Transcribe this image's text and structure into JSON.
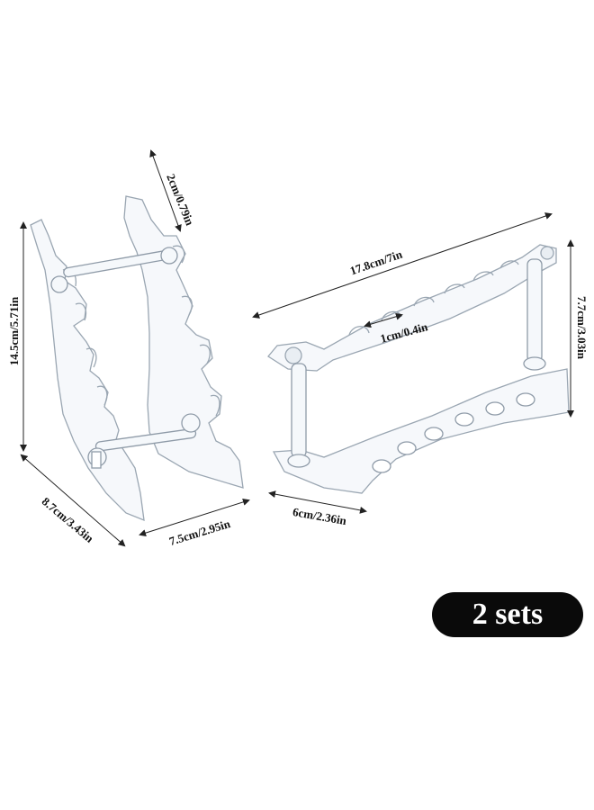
{
  "product_image": {
    "left_stand": {
      "height_label": "14.5cm/5.71in",
      "top_width_label": "2cm/0.79in",
      "depth_label": "8.7cm/3.43in",
      "width_label": "7.5cm/2.95in"
    },
    "right_stand": {
      "length_label": "17.8cm/7in",
      "height_label": "7.7cm/3.03in",
      "slot_label": "1cm/0.4in",
      "depth_label": "6cm/2.36in"
    },
    "badge_text": "2 sets"
  }
}
